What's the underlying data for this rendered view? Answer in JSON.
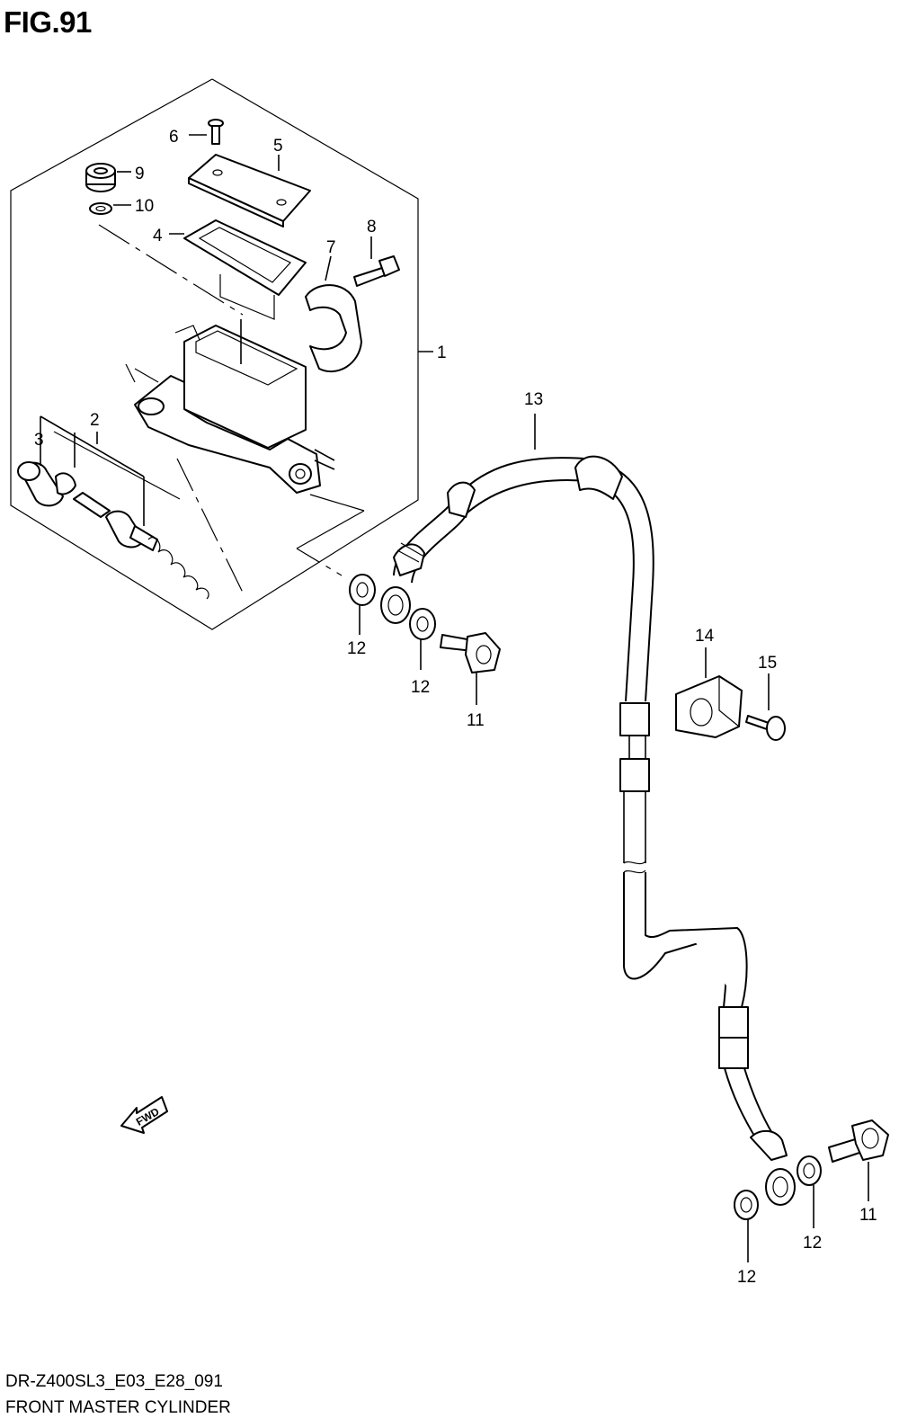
{
  "figure": {
    "title": "FIG.91",
    "footer_code": "DR-Z400SL3_E03_E28_091",
    "footer_name": "FRONT MASTER CYLINDER",
    "fwd_label": "FWD"
  },
  "callouts": {
    "c1": "1",
    "c2": "2",
    "c3": "3",
    "c4": "4",
    "c5": "5",
    "c6": "6",
    "c7": "7",
    "c8": "8",
    "c9": "9",
    "c10": "10",
    "c11a": "11",
    "c11b": "11",
    "c12a": "12",
    "c12b": "12",
    "c12c": "12",
    "c12d": "12",
    "c13": "13",
    "c14": "14",
    "c15": "15"
  }
}
